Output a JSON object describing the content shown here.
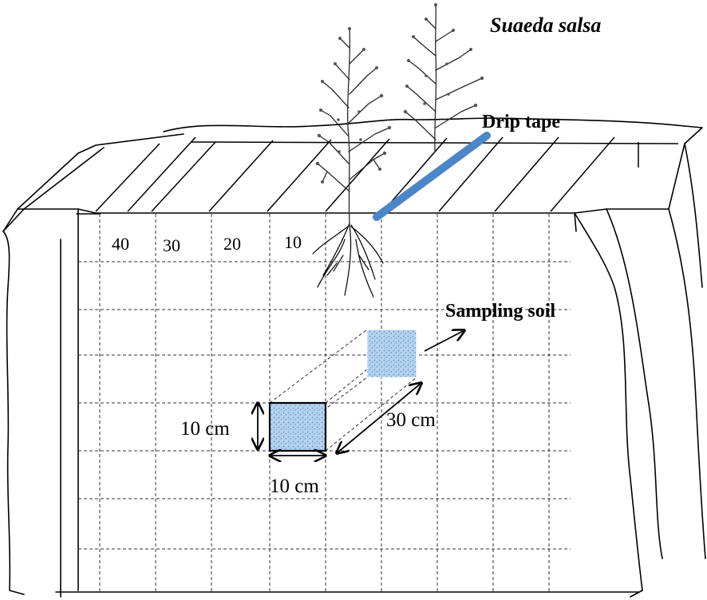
{
  "species_label": "Suaeda salsa",
  "drip_tape_label": "Drip tape",
  "sampling_label": "Sampling soil",
  "depth_labels": [
    "40",
    "30",
    "20",
    "10"
  ],
  "height_dimension": "10 cm",
  "width_dimension": "10 cm",
  "length_dimension": "30 cm",
  "colors": {
    "drip_tape": "#4a86c8",
    "drip_tape_edge": "#2c5f99",
    "sample_fill": "#9cc3e6",
    "sample_dots": "#3f6fb0",
    "outline": "#000000"
  }
}
